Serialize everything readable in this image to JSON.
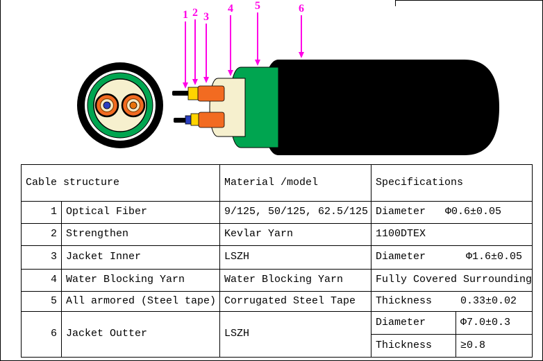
{
  "diagram": {
    "labels": [
      "1",
      "2",
      "3",
      "4",
      "5",
      "6"
    ],
    "colors": {
      "jacket_black": "#000000",
      "armor_green": "#00A550",
      "water_block_cream": "#F6F0CE",
      "inner_jacket_orange": "#F26B21",
      "strength_yellow": "#FFD400",
      "fiber_blue": "#2B3FBF",
      "fiber_core_orange": "#E8720C",
      "core_ring_pale": "#F6E9C5",
      "callout_magenta": "#FF00E6"
    }
  },
  "table": {
    "headers": {
      "structure": "Cable structure",
      "material": "Material /model",
      "specifications": "Specifications"
    },
    "rows": [
      {
        "num": "1",
        "name": "Optical Fiber",
        "material": "9/125, 50/125, 62.5/125",
        "spec_label": "Diameter",
        "spec_value": "Φ0.6±0.05"
      },
      {
        "num": "2",
        "name": "Strengthen",
        "material": "Kevlar Yarn",
        "spec_text": "1100DTEX"
      },
      {
        "num": "3",
        "name": "Jacket Inner",
        "material": "LSZH",
        "spec_label": "Diameter",
        "spec_value": "Φ1.6±0.05"
      },
      {
        "num": "4",
        "name": "Water Blocking Yarn",
        "material": "Water Blocking Yarn",
        "spec_text": "Fully Covered Surrounding"
      },
      {
        "num": "5",
        "name": "All armored (Steel tape)",
        "material": "Corrugated Steel Tape",
        "spec_label": "Thickness",
        "spec_value": "0.33±0.02"
      },
      {
        "num": "6",
        "name": "Jacket Outter",
        "material": "LSZH",
        "specs": [
          {
            "label": "Diameter",
            "value": "Φ7.0±0.3"
          },
          {
            "label": "Thickness",
            "value": "≥0.8"
          }
        ]
      }
    ]
  }
}
